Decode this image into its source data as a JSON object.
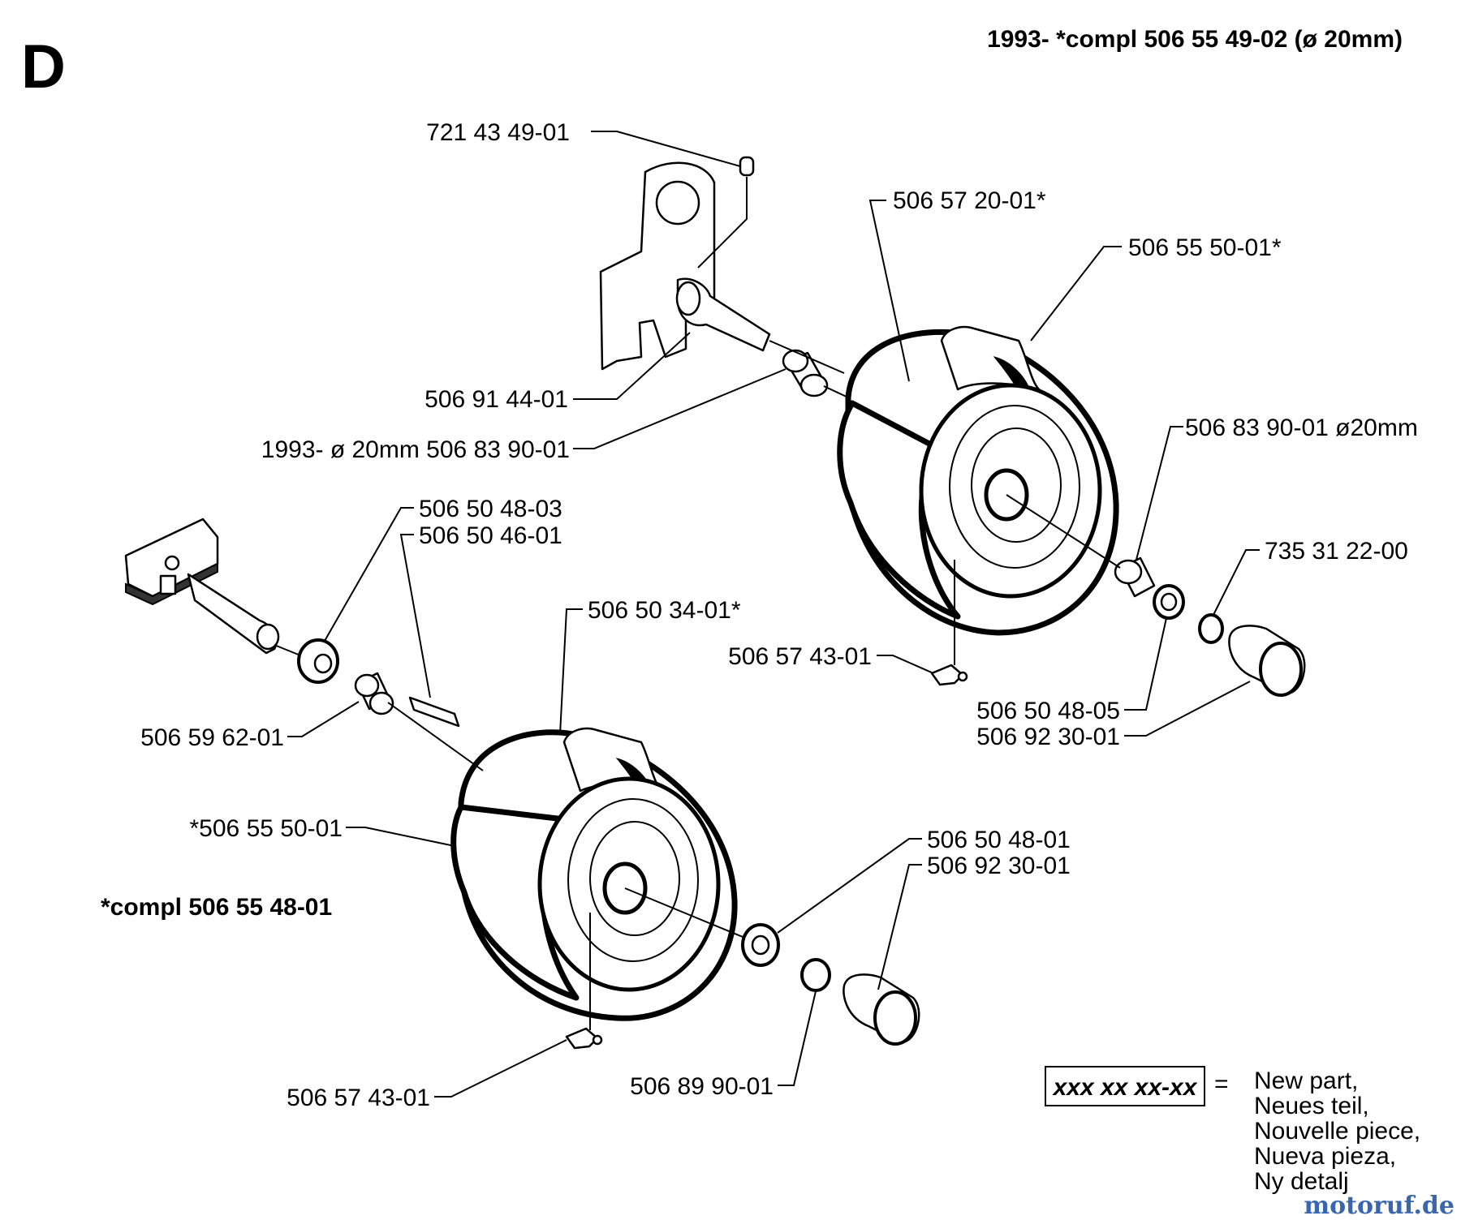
{
  "section_letter": "D",
  "header_note": "1993- *compl 506 55 49-02 (ø 20mm)",
  "kit_note": "*compl 506 55 48-01",
  "part_labels": [
    "721 43 49-01",
    "506 57 20-01*",
    "506 55 50-01*",
    "506 91 44-01",
    "1993- ø 20mm 506 83 90-01",
    "506 83 90-01 ø20mm",
    "506 50 48-03",
    "506 50 46-01",
    "735 31 22-00",
    "506 50 34-01*",
    "506 57 43-01",
    "506 50 48-05",
    "506 92 30-01",
    "506 59 62-01",
    "*506 55 50-01",
    "506 50 48-01",
    "506 92 30-01",
    "506 57 43-01",
    "506 89 90-01"
  ],
  "legend": {
    "code": "xxx xx xx-xx",
    "equals": "=",
    "lines": [
      "New part,",
      "Neues teil,",
      "Nouvelle piece,",
      "Nueva pieza,",
      "Ny detalj"
    ]
  },
  "watermark": "motoruf.de"
}
